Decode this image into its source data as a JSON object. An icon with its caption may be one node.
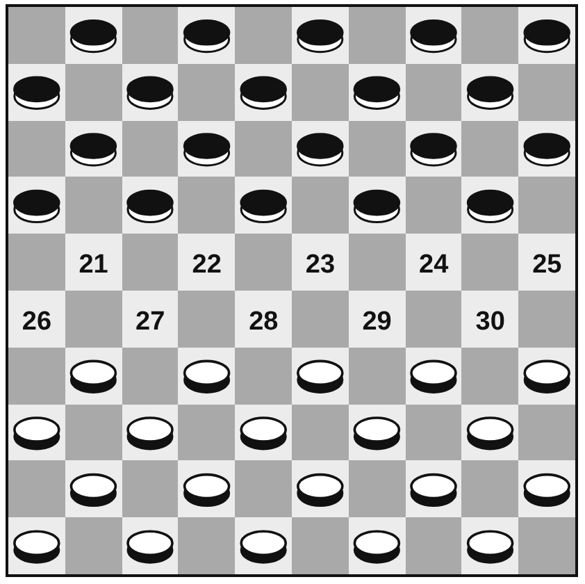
{
  "diagram": {
    "labels": [
      "21",
      "22",
      "23",
      "24",
      "25",
      "26",
      "27",
      "28",
      "29",
      "30"
    ]
  }
}
